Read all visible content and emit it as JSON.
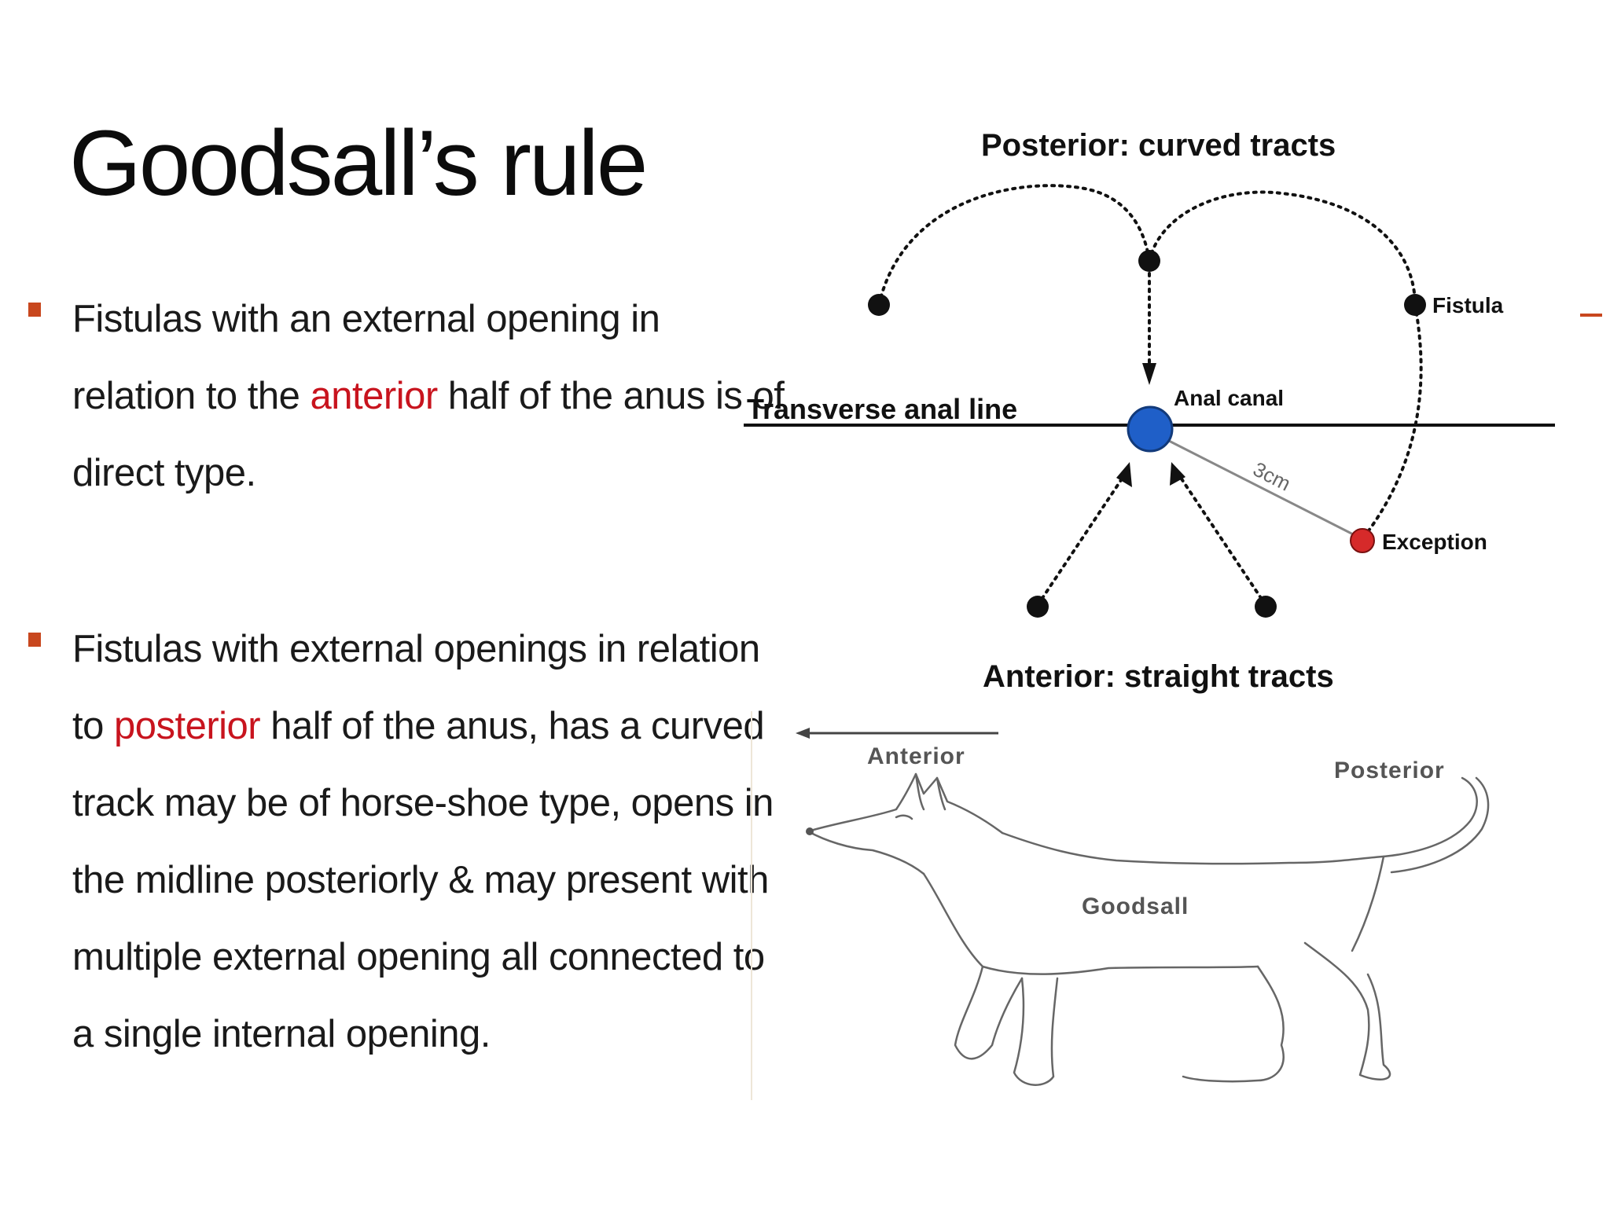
{
  "title": "Goodsall’s rule",
  "bullets": [
    {
      "lines": [
        {
          "parts": [
            {
              "text": "Fistulas with an external opening in",
              "hl": false
            }
          ]
        },
        {
          "parts": [
            {
              "text": "relation to the ",
              "hl": false
            },
            {
              "text": "anterior",
              "hl": true
            },
            {
              "text": " half of the anus is of",
              "hl": false
            }
          ]
        },
        {
          "parts": [
            {
              "text": "direct type.",
              "hl": false
            }
          ]
        }
      ]
    },
    {
      "lines": [
        {
          "parts": [
            {
              "text": "Fistulas with external openings in relation",
              "hl": false
            }
          ]
        },
        {
          "parts": [
            {
              "text": "to ",
              "hl": false
            },
            {
              "text": "posterior",
              "hl": true
            },
            {
              "text": " half of the anus, has a curved",
              "hl": false
            }
          ]
        },
        {
          "parts": [
            {
              "text": "track may be of horse-shoe type, opens in",
              "hl": false
            }
          ]
        },
        {
          "parts": [
            {
              "text": "the midline posteriorly & may present with",
              "hl": false
            }
          ]
        },
        {
          "parts": [
            {
              "text": "multiple external opening all connected to",
              "hl": false
            }
          ]
        },
        {
          "parts": [
            {
              "text": "a single internal opening.",
              "hl": false
            }
          ]
        }
      ]
    }
  ],
  "diagram": {
    "posterior_heading": "Posterior: curved tracts",
    "anterior_heading": "Anterior: straight tracts",
    "transverse_line_label": "Transverse anal line",
    "anal_canal_label": "Anal canal",
    "fistula_label": "Fistula",
    "exception_label": "Exception",
    "distance_label": "3cm"
  },
  "dog_figure": {
    "anterior_label": "Anterior",
    "posterior_label": "Posterior",
    "body_label": "Goodsall"
  },
  "colors": {
    "bullet_marker": "#c8471e",
    "highlight_text": "#c8141e",
    "anal_canal_fill": "#1f5fc8",
    "exception_fill": "#d62a2a"
  }
}
